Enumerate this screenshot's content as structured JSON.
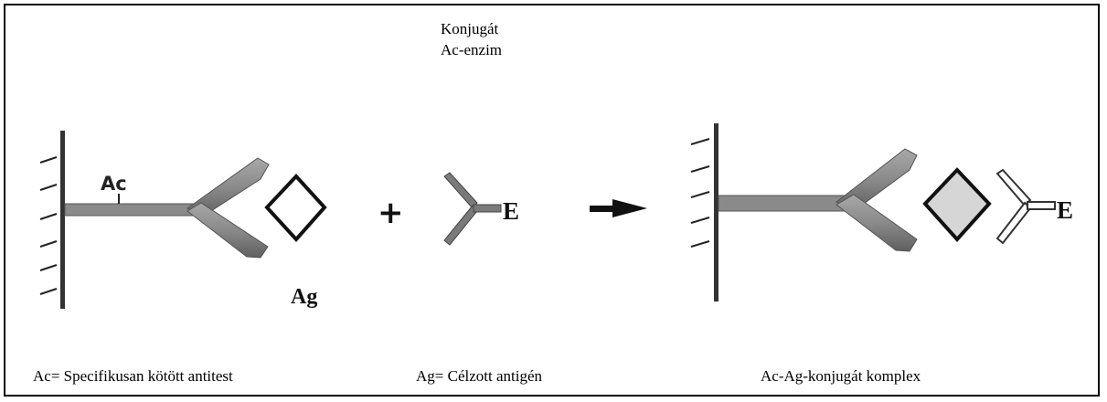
{
  "conjugate": {
    "line1": "Konjugát",
    "line2": "Ac-enzim"
  },
  "labels": {
    "ac": "Ac",
    "ag": "Ag",
    "plus": "+",
    "enzyme_left": "E",
    "enzyme_right": "E"
  },
  "captions": {
    "ac_def": "Ac= Specifikusan kötött antitest",
    "ag_def": "Ag= Célzott antigén",
    "complex": "Ac-Ag-konjugát komplex"
  },
  "colors": {
    "antibody_fill": "#8f8f8f",
    "antibody_dark": "#6a6a6a",
    "antigen_fill_complex": "#d6d6d6"
  }
}
